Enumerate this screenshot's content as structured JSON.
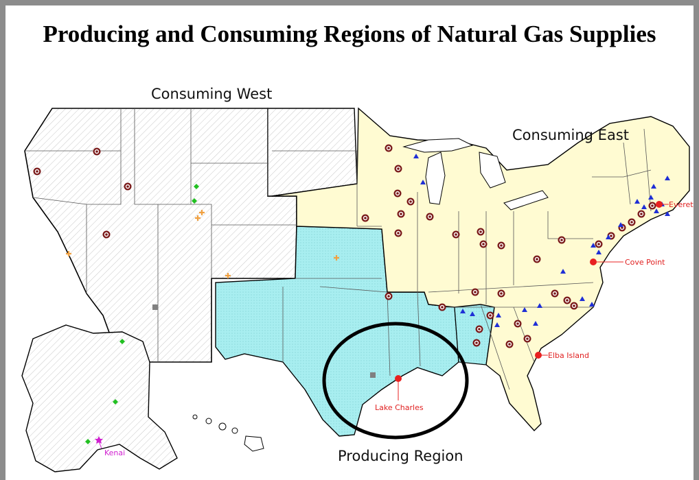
{
  "title": "Producing and Consuming Regions of Natural Gas Supplies",
  "regions": {
    "consuming_west": "Consuming West",
    "consuming_east": "Consuming East",
    "producing": "Producing Region"
  },
  "lng_terminals": {
    "everett": "Everett",
    "cove_point": "Cove Point",
    "elba_island": "Elba Island",
    "lake_charles": "Lake Charles",
    "kenai": "Kenai"
  },
  "colors": {
    "west_fill": "#ffffff",
    "west_hatch": "#c8c8c8",
    "east_fill": "#fffbd2",
    "producing_fill": "#a8eef0",
    "storage_marker": "#7a1a1a",
    "triangle_marker": "#1f2fd6",
    "diamond_marker": "#22c022",
    "plus_marker": "#f0a040",
    "terminal_marker": "#e82020",
    "kenai_marker": "#d020d0",
    "square_marker": "#808080",
    "highlight_circle": "#000000"
  },
  "legend_icons": {
    "storage": "circle-dot-icon",
    "lng_import": "red-dot-icon",
    "triangle": "blue-triangle-icon",
    "diamond": "green-diamond-icon",
    "plus": "orange-plus-icon",
    "square": "gray-square-icon"
  }
}
